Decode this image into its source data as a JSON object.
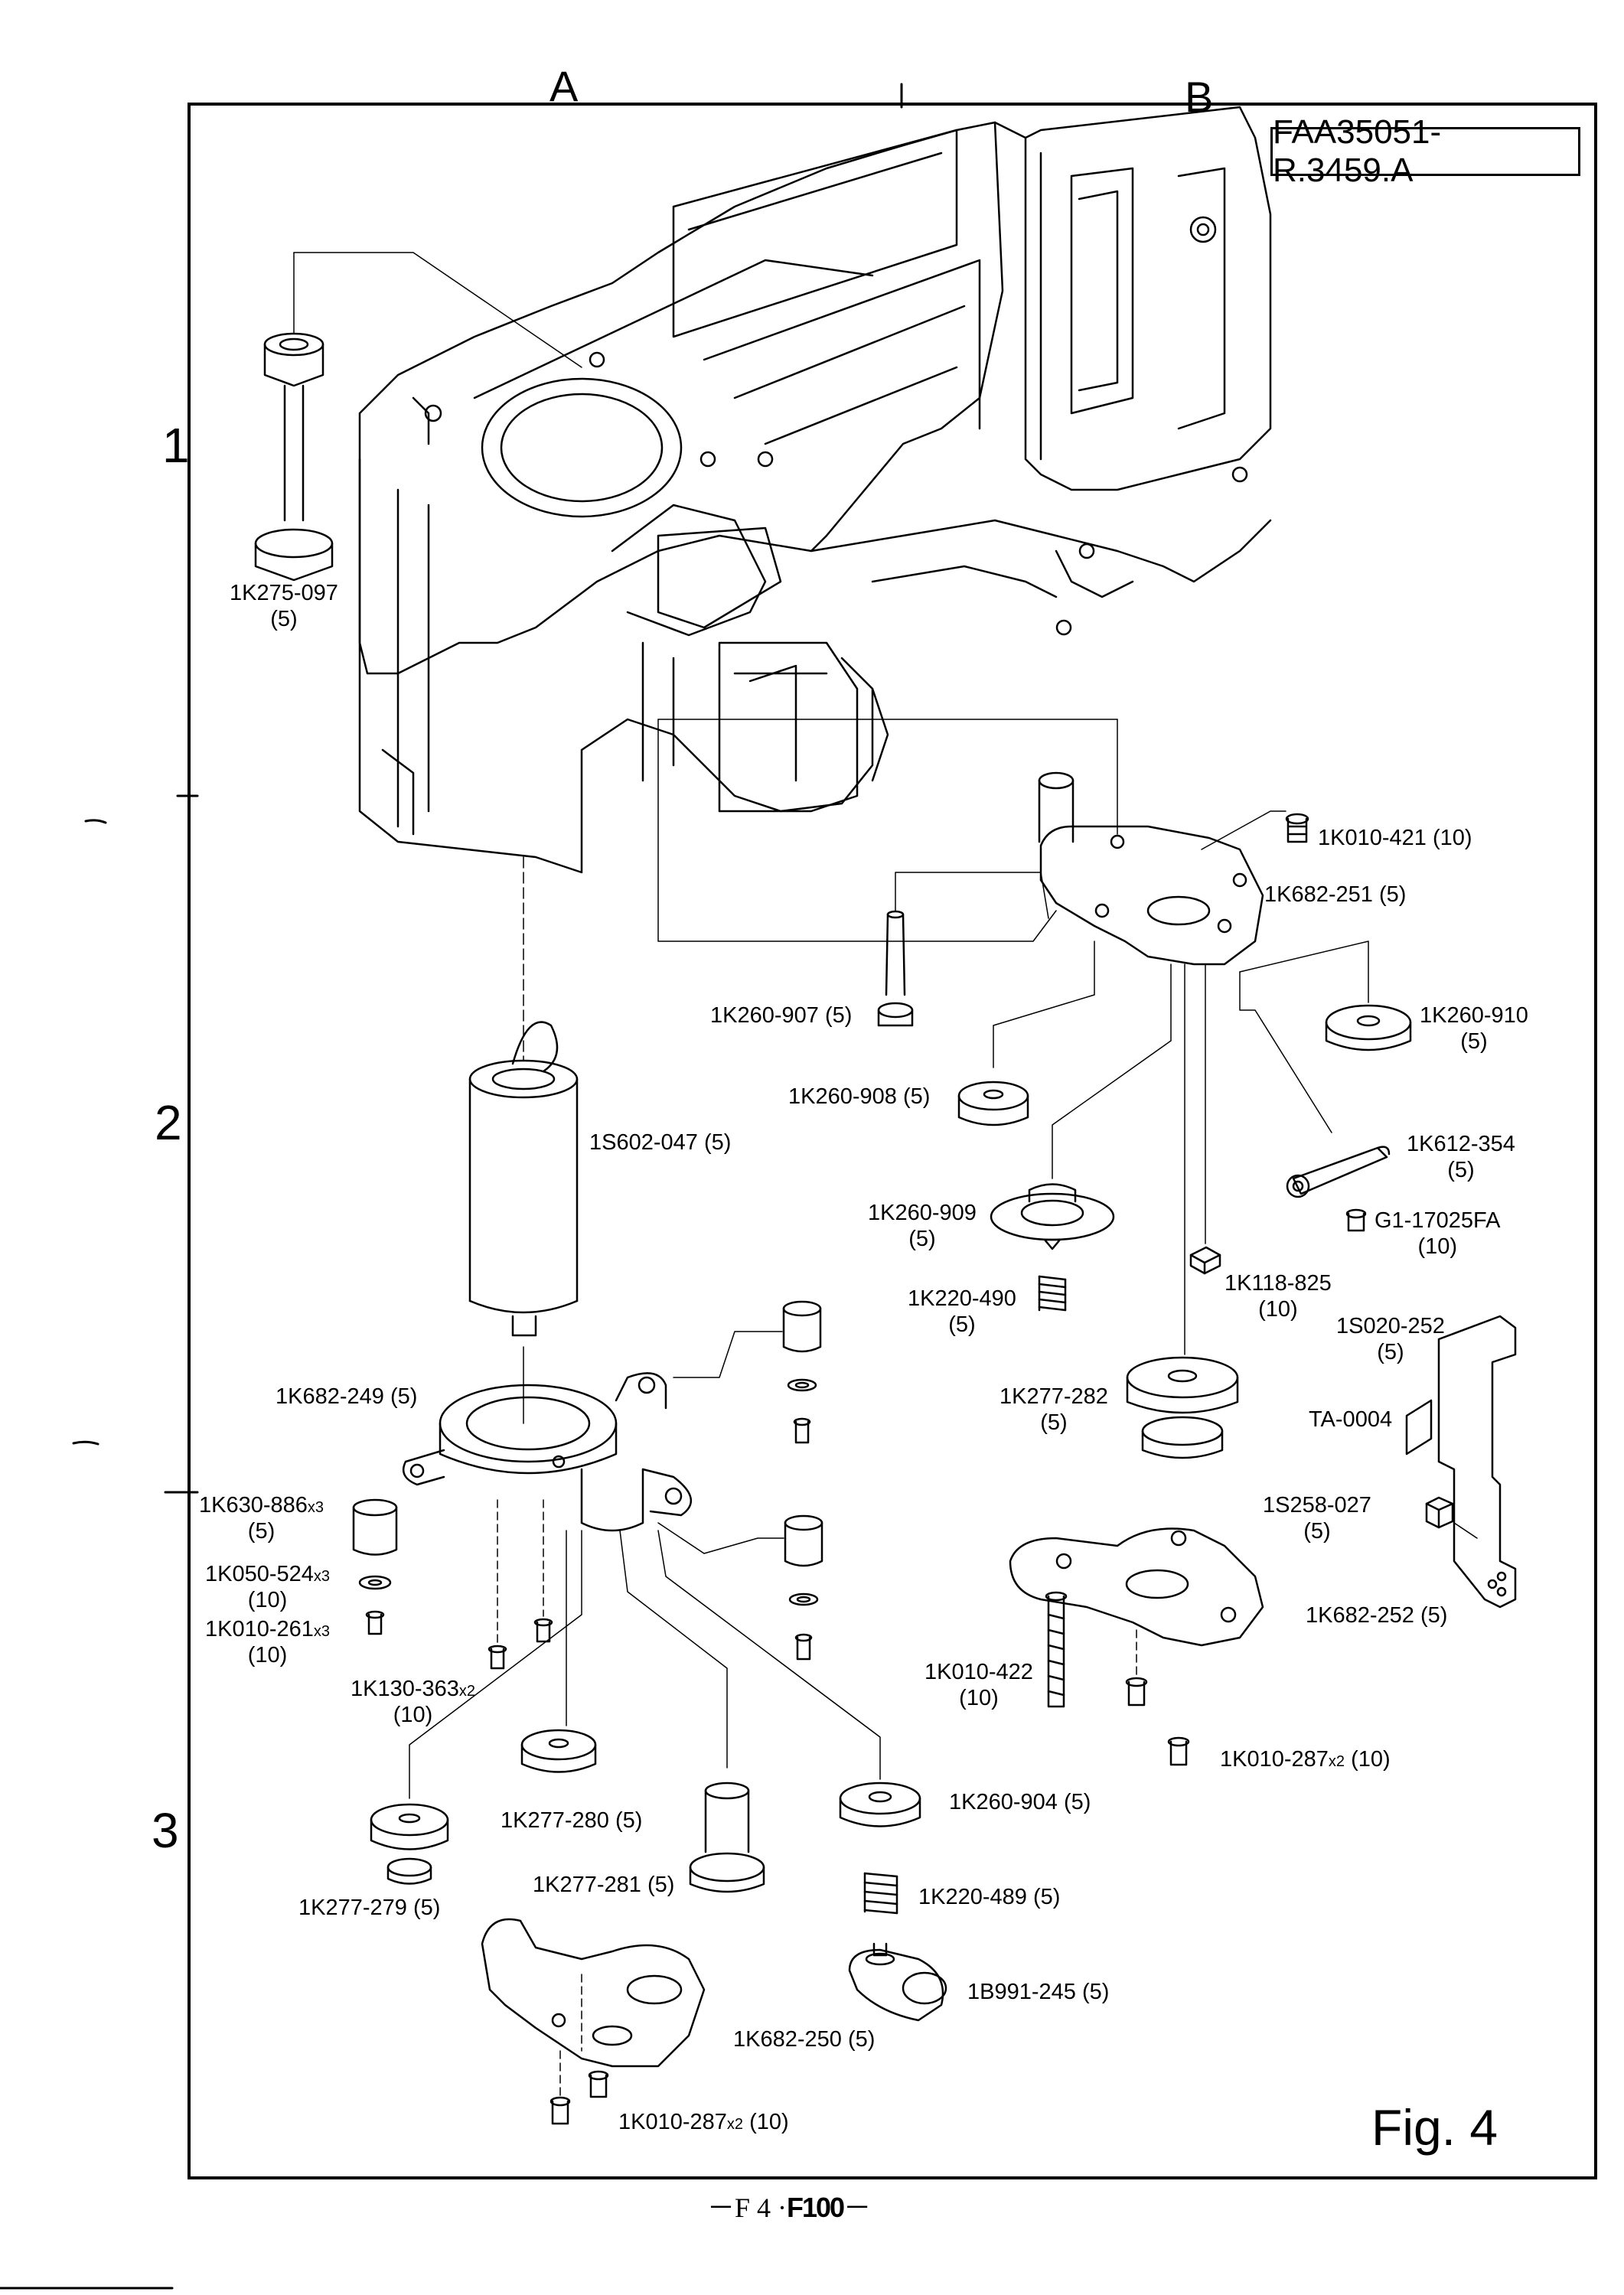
{
  "header": {
    "column_a": "A",
    "column_b": "B",
    "document_code": "FAA35051-R.3459.A"
  },
  "row_labels": [
    "1",
    "2",
    "3"
  ],
  "parts": {
    "p1K275_097": {
      "code": "1K275-097",
      "qty": "(5)"
    },
    "p1K010_421": {
      "code": "1K010-421 (10)"
    },
    "p1K682_251": {
      "code": "1K682-251 (5)"
    },
    "p1K260_907": {
      "code": "1K260-907 (5)"
    },
    "p1K260_910": {
      "code": "1K260-910",
      "qty": "(5)"
    },
    "p1K260_908": {
      "code": "1K260-908 (5)"
    },
    "p1S602_047": {
      "code": "1S602-047 (5)"
    },
    "p1K612_354": {
      "code": "1K612-354",
      "qty": "(5)"
    },
    "p1K260_909": {
      "code": "1K260-909",
      "qty": "(5)"
    },
    "pG1_17025FA": {
      "code": "G1-17025FA",
      "qty": "(10)"
    },
    "p1K118_825": {
      "code": "1K118-825",
      "qty": "(10)"
    },
    "p1K220_490": {
      "code": "1K220-490",
      "qty": "(5)"
    },
    "p1S020_252": {
      "code": "1S020-252",
      "qty": "(5)"
    },
    "p1K682_249": {
      "code": "1K682-249 (5)"
    },
    "p1K277_282": {
      "code": "1K277-282",
      "qty": "(5)"
    },
    "pTA_0004": {
      "code": "TA-0004"
    },
    "p1K630_886": {
      "code": "1K630-886",
      "mult": "x3",
      "qty": "(5)"
    },
    "p1S258_027": {
      "code": "1S258-027",
      "qty": "(5)"
    },
    "p1K050_524": {
      "code": "1K050-524",
      "mult": "x3",
      "qty": "(10)"
    },
    "p1K010_261": {
      "code": "1K010-261",
      "mult": "x3",
      "qty": "(10)"
    },
    "p1K682_252": {
      "code": "1K682-252 (5)"
    },
    "p1K010_422": {
      "code": "1K010-422",
      "qty": "(10)"
    },
    "p1K130_363": {
      "code": "1K130-363",
      "mult": "x2",
      "qty": "(10)"
    },
    "p1K010_287a": {
      "code": "1K010-287",
      "mult": "x2",
      "qty": "(10)"
    },
    "p1K277_280": {
      "code": "1K277-280 (5)"
    },
    "p1K260_904": {
      "code": "1K260-904 (5)"
    },
    "p1K277_279": {
      "code": "1K277-279 (5)"
    },
    "p1K277_281": {
      "code": "1K277-281 (5)"
    },
    "p1K220_489": {
      "code": "1K220-489 (5)"
    },
    "p1B991_245": {
      "code": "1B991-245 (5)"
    },
    "p1K682_250": {
      "code": "1K682-250 (5)"
    },
    "p1K010_287b": {
      "code": "1K010-287",
      "mult": "x2",
      "qty": "(10)"
    }
  },
  "figure_label": "Fig.  4",
  "footer": {
    "prefix": "－F 4 ·",
    "model": "F100",
    "suffix": "－"
  }
}
